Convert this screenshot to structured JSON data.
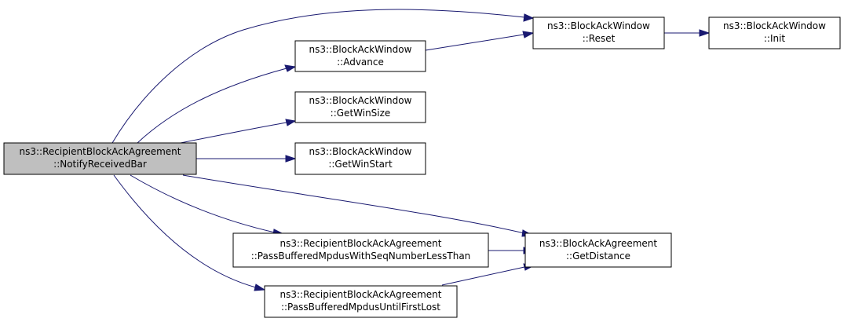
{
  "colors": {
    "focus_fill": "#bfbfbf",
    "node_fill": "#ffffff",
    "node_border": "#000000",
    "edge": "#191970"
  },
  "nodes": {
    "notify_received_bar": {
      "line1": "ns3::RecipientBlockAckAgreement",
      "line2": "::NotifyReceivedBar",
      "focus": true
    },
    "advance": {
      "line1": "ns3::BlockAckWindow",
      "line2": "::Advance"
    },
    "get_win_size": {
      "line1": "ns3::BlockAckWindow",
      "line2": "::GetWinSize"
    },
    "get_win_start": {
      "line1": "ns3::BlockAckWindow",
      "line2": "::GetWinStart"
    },
    "reset": {
      "line1": "ns3::BlockAckWindow",
      "line2": "::Reset"
    },
    "init": {
      "line1": "ns3::BlockAckWindow",
      "line2": "::Init"
    },
    "pass_less_than": {
      "line1": "ns3::RecipientBlockAckAgreement",
      "line2": "::PassBufferedMpdusWithSeqNumberLessThan"
    },
    "pass_until_lost": {
      "line1": "ns3::RecipientBlockAckAgreement",
      "line2": "::PassBufferedMpdusUntilFirstLost"
    },
    "get_distance": {
      "line1": "ns3::BlockAckAgreement",
      "line2": "::GetDistance"
    }
  }
}
